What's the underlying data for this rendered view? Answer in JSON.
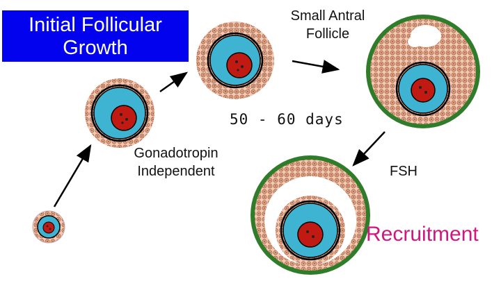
{
  "title": {
    "line1": "Initial Follicular",
    "line2": "Growth"
  },
  "labels": {
    "small_antral_line1": "Small Antral",
    "small_antral_line2": "Follicle",
    "duration": "50 - 60 days",
    "gonadotropin_line1": "Gonadotropin",
    "gonadotropin_line2": "Independent",
    "fsh": "FSH",
    "recruitment": "Recruitment"
  },
  "colors": {
    "title_bg": "#0202ee",
    "title_text": "#ffffff",
    "oocyte": "#3fb4d2",
    "nucleus": "#c11a12",
    "granulosa": "#e8b39a",
    "theca": "#2f7d2a",
    "recruitment_text": "#d1177f"
  }
}
